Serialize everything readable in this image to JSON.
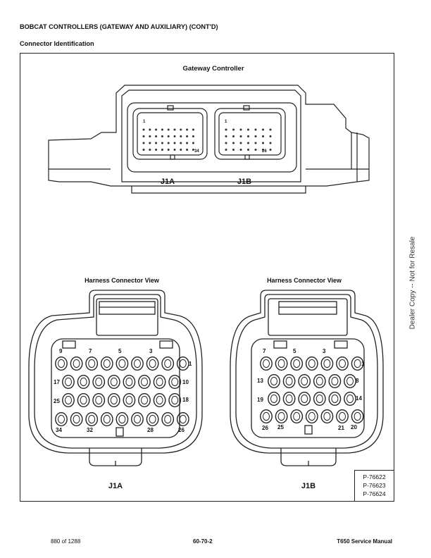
{
  "header": {
    "title": "BOBCAT CONTROLLERS (GATEWAY AND AUXILIARY) (CONT'D)",
    "subtitle": "Connector Identification"
  },
  "figure": {
    "top_title": "Gateway Controller",
    "top_connectors": {
      "j1a": {
        "label": "J1A",
        "pin_start": "1",
        "pin_end": "34"
      },
      "j1b": {
        "label": "J1B",
        "pin_start": "1",
        "pin_end": "26"
      }
    },
    "harness_left": {
      "title": "Harness Connector View",
      "label": "J1A",
      "pin_labels": [
        "9",
        "7",
        "5",
        "3",
        "1",
        "17",
        "10",
        "25",
        "18",
        "34",
        "32",
        "28",
        "26"
      ]
    },
    "harness_right": {
      "title": "Harness Connector View",
      "label": "J1B",
      "pin_labels": [
        "7",
        "5",
        "3",
        "1",
        "13",
        "8",
        "19",
        "14",
        "26",
        "25",
        "21",
        "20"
      ]
    },
    "part_numbers": [
      "P-76622",
      "P-76623",
      "P-76624"
    ]
  },
  "side_note": "Dealer Copy -- Not for Resale",
  "footer": {
    "page_count": "880 of 1288",
    "page_number": "60-70-2",
    "manual_title": "T650 Service Manual"
  }
}
